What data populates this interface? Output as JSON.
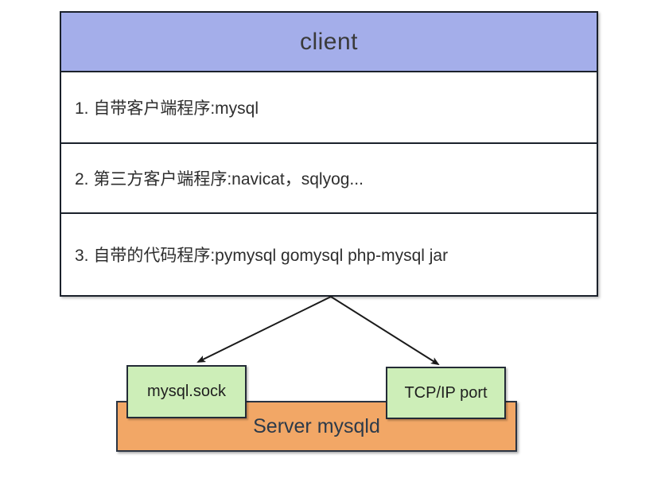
{
  "diagram": {
    "client_table": {
      "header": "client",
      "rows": [
        "1. 自带客户端程序:mysql",
        "2. 第三方客户端程序:navicat，sqlyog...",
        "3. 自带的代码程序:pymysql gomysql php-mysql jar"
      ]
    },
    "endpoints": {
      "socket": "mysql.sock",
      "tcp": "TCP/IP port"
    },
    "server": {
      "label": "Server mysqld"
    },
    "colors": {
      "header_fill": "#a4aeea",
      "endpoint_fill": "#cdeeb8",
      "server_fill": "#f2a766",
      "border": "#1b212b",
      "arrow": "#1a1a1a",
      "background": "#ffffff"
    }
  }
}
